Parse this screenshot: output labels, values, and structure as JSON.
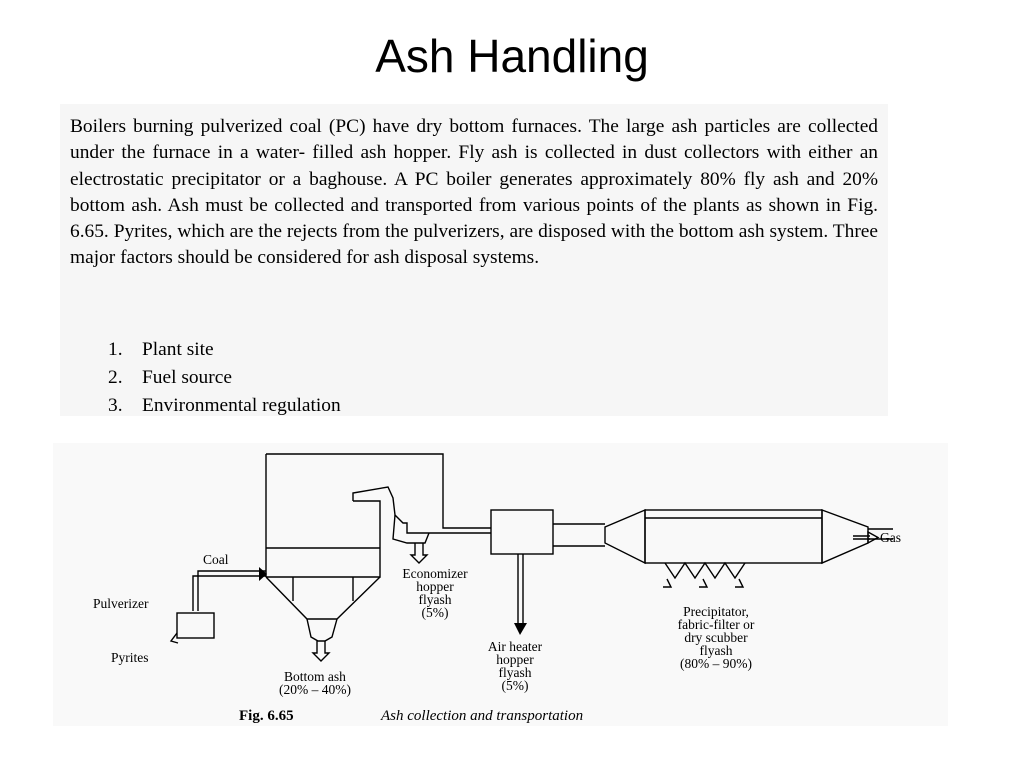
{
  "slide": {
    "title": "Ash Handling"
  },
  "text": {
    "paragraph": "Boilers burning pulverized coal (PC) have dry bottom furnaces. The large ash particles are collected under the furnace in a water- filled ash hopper. Fly ash is collected in dust collectors with either an electrostatic precipitator or a baghouse. A PC boiler generates approximately 80% fly ash and 20% bottom ash. Ash must be collected and transported from various points of the plants as shown in Fig. 6.65. Pyrites, which are the rejects from the pulverizers, are disposed with the bottom ash system. Three major factors should be considered for ash disposal systems.",
    "list": [
      {
        "num": "1.",
        "label": "Plant site"
      },
      {
        "num": "2.",
        "label": "Fuel source"
      },
      {
        "num": "3.",
        "label": "Environmental regulation"
      }
    ]
  },
  "figure": {
    "labels": {
      "coal": "Coal",
      "pulverizer": "Pulverizer",
      "pyrites": "Pyrites",
      "gas": "Gas",
      "economizer": [
        "Economizer",
        "hopper",
        "flyash",
        "(5%)"
      ],
      "bottom_ash": [
        "Bottom ash",
        "(20% – 40%)"
      ],
      "air_heater": [
        "Air heater",
        "hopper",
        "flyash",
        "(5%)"
      ],
      "precipitator": [
        "Precipitator,",
        "fabric-filter or",
        "dry scubber",
        "flyash",
        "(80% – 90%)"
      ]
    },
    "caption": {
      "number": "Fig. 6.65",
      "text": "Ash collection and transportation"
    }
  }
}
